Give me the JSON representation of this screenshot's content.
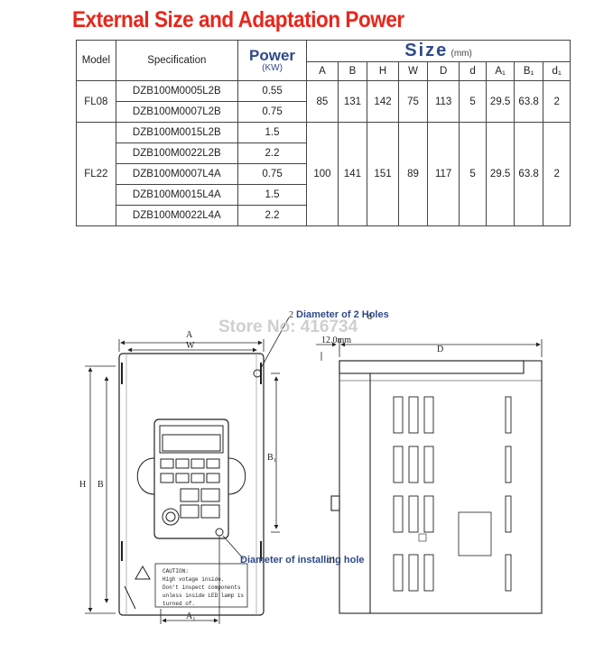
{
  "title": "External Size and Adaptation Power",
  "table": {
    "header": {
      "model": "Model",
      "specification": "Specification",
      "power": "Power",
      "power_unit": "(KW)",
      "size": "Size",
      "size_unit": "(mm)",
      "sub": [
        "A",
        "B",
        "H",
        "W",
        "D",
        "d",
        "A₁",
        "B₁",
        "d₁"
      ]
    },
    "groups": [
      {
        "model": "FL08",
        "rows": [
          {
            "spec": "DZB100M0005L2B",
            "power": "0.55"
          },
          {
            "spec": "DZB100M0007L2B",
            "power": "0.75"
          }
        ],
        "size": [
          "85",
          "131",
          "142",
          "75",
          "113",
          "5",
          "29.5",
          "63.8",
          "2"
        ]
      },
      {
        "model": "FL22",
        "rows": [
          {
            "spec": "DZB100M0015L2B",
            "power": "1.5"
          },
          {
            "spec": "DZB100M0022L2B",
            "power": "2.2"
          },
          {
            "spec": "DZB100M0007L4A",
            "power": "0.75"
          },
          {
            "spec": "DZB100M0015L4A",
            "power": "1.5"
          },
          {
            "spec": "DZB100M0022L4A",
            "power": "2.2"
          }
        ],
        "size": [
          "100",
          "141",
          "151",
          "89",
          "117",
          "5",
          "29.5",
          "63.8",
          "2"
        ]
      }
    ]
  },
  "drawing": {
    "watermark": "Store No: 416734",
    "label_A": "A",
    "label_W": "W",
    "label_H": "H",
    "label_B": "B",
    "label_B1": "B₁",
    "label_A1": "A₁",
    "label_D": "D",
    "label_12mm": "12.0mm",
    "holes_prefix": "2",
    "holes_text": "Diameter of 2 Holes",
    "holes_suffix": "d",
    "install_text": "Diameter of installing hole",
    "install_suffix": "d1",
    "caution": [
      "CAUTION:",
      "High votage inside.",
      "Don't inspect components",
      "unless inside LED lamp is",
      "turned of."
    ]
  }
}
